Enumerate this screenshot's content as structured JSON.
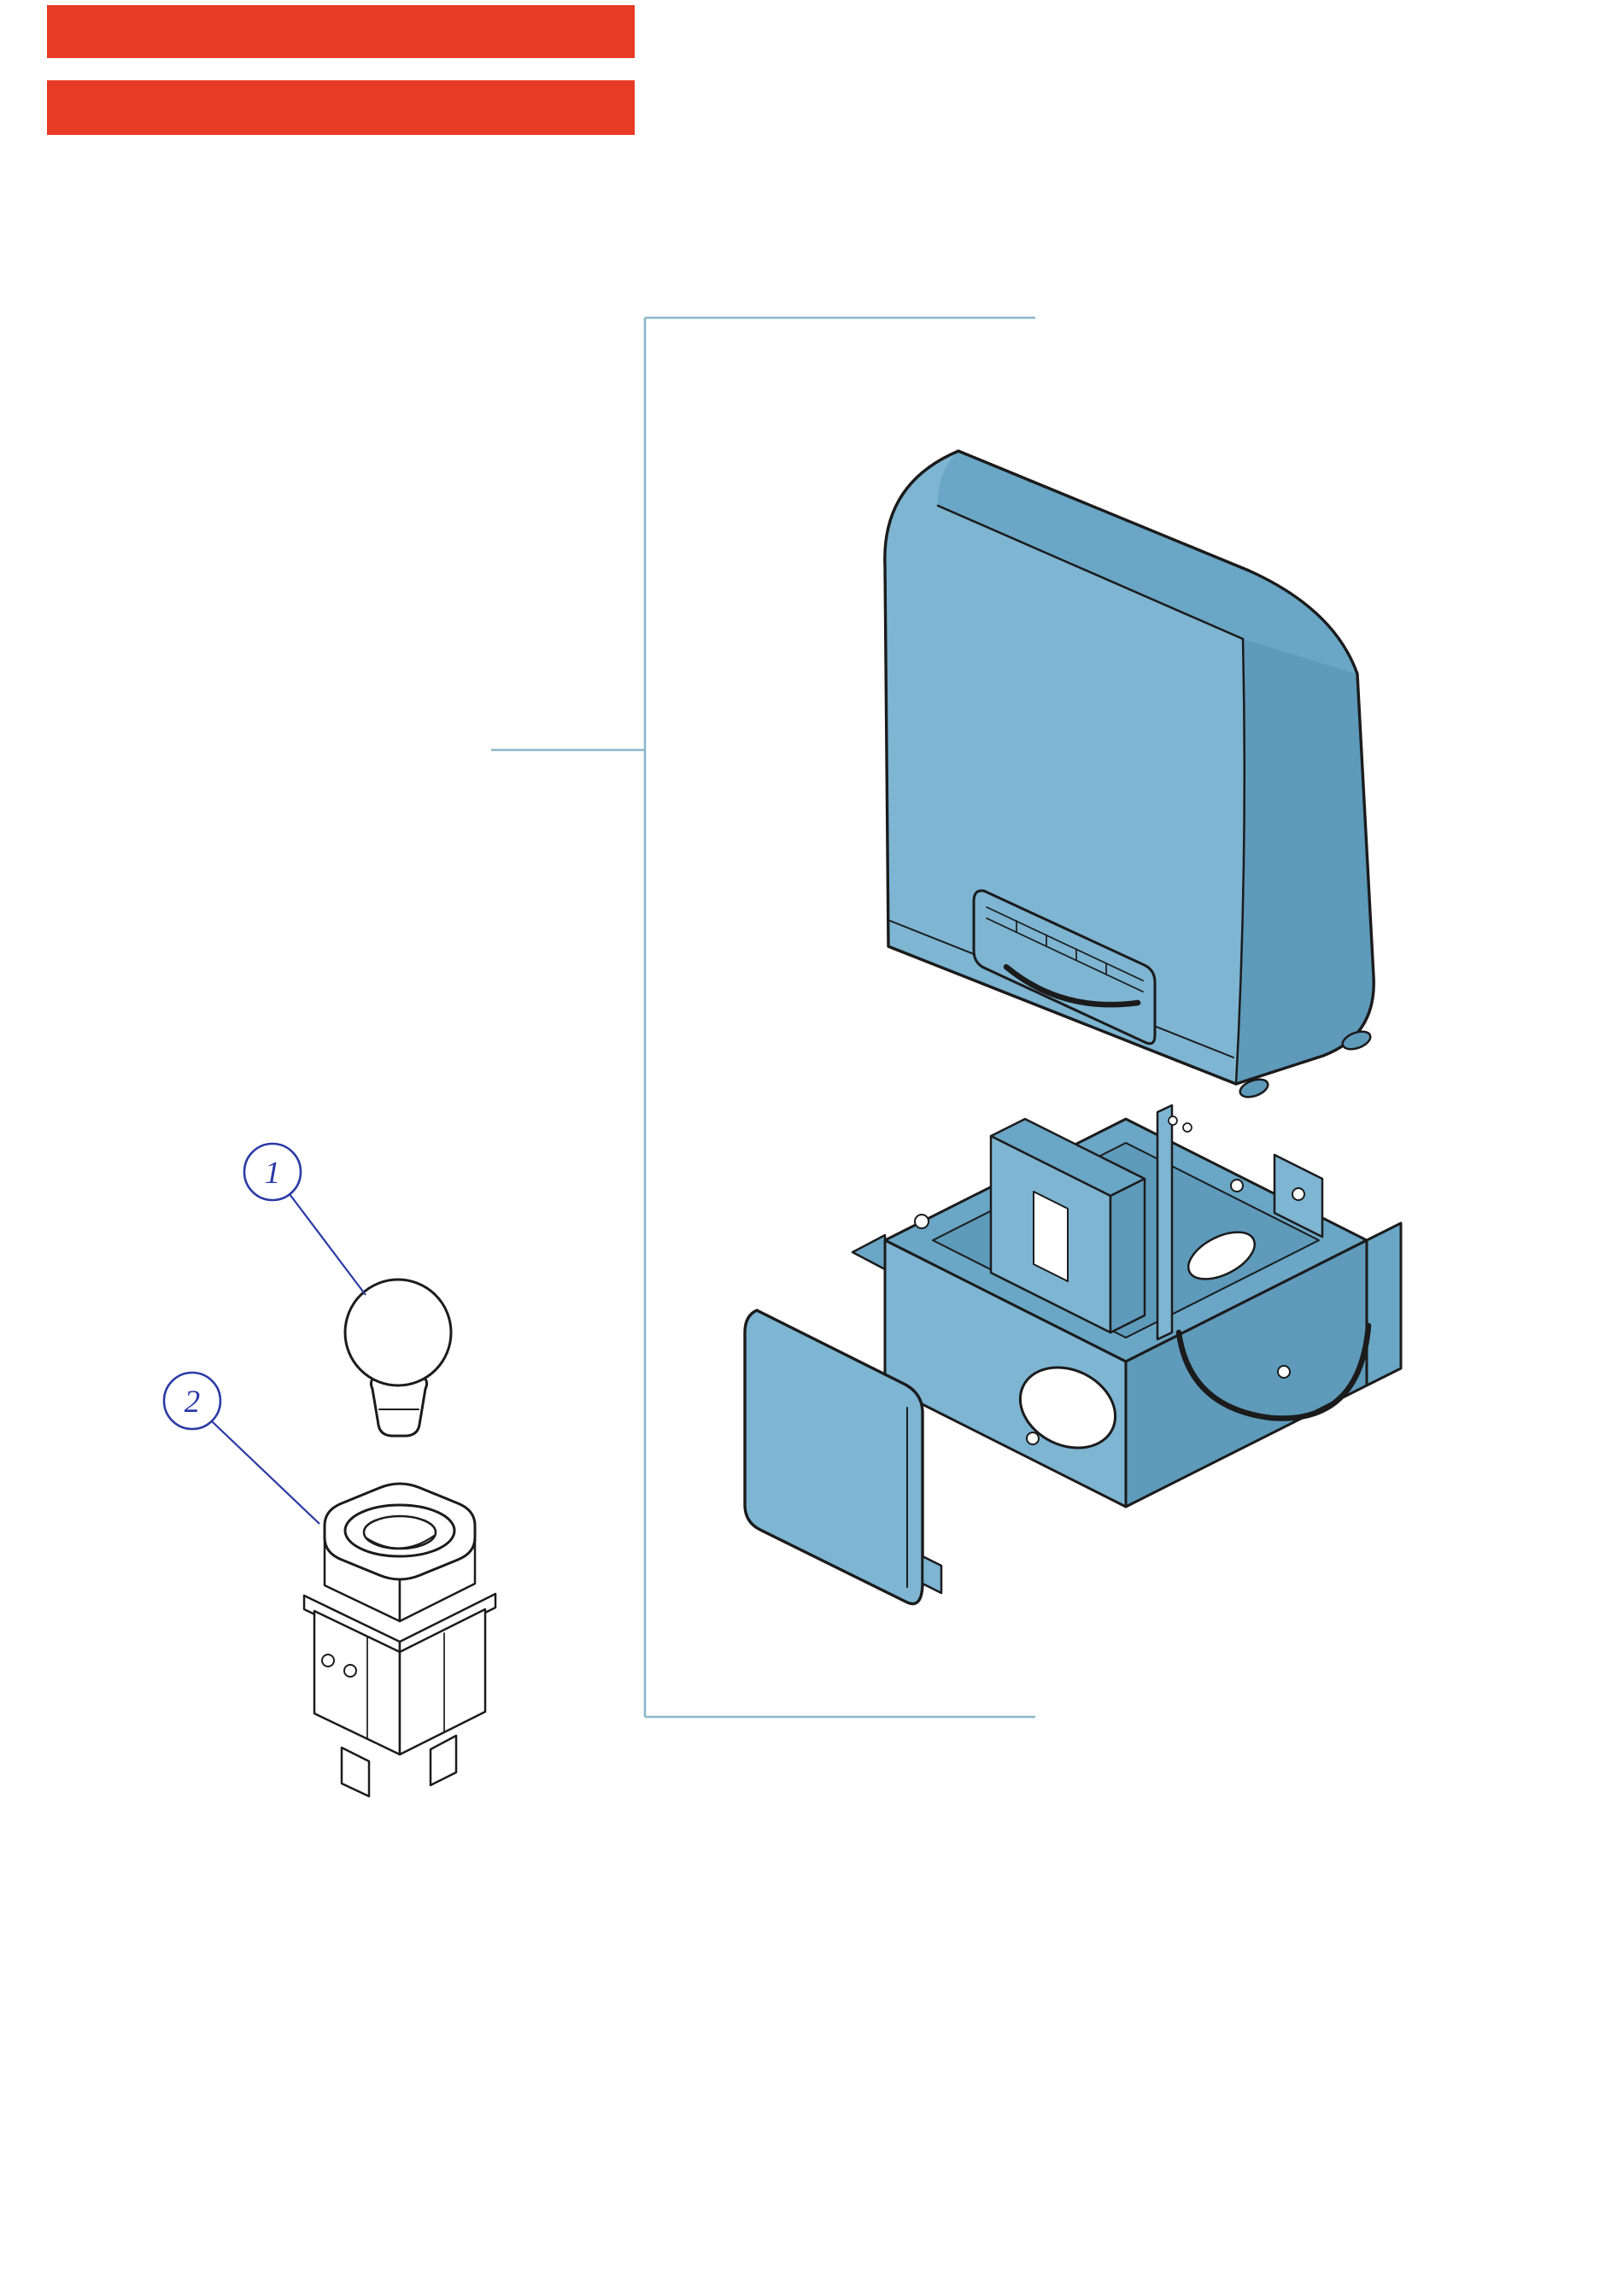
{
  "callouts": [
    {
      "label": "1",
      "target": "light-bulb"
    },
    {
      "label": "2",
      "target": "lamp-socket-holder"
    }
  ],
  "parts": [
    {
      "name": "motor-cover"
    },
    {
      "name": "lamp-lens-plate"
    },
    {
      "name": "chassis-base"
    },
    {
      "name": "side-access-panel"
    },
    {
      "name": "light-bulb"
    },
    {
      "name": "lamp-socket-holder"
    }
  ],
  "colors": {
    "header_bar_red": "#E73B25",
    "part_blue": "#7DB5D2",
    "part_blue_dark": "#6AA6C5",
    "part_blue_darker": "#5E9ABA",
    "outline_ink": "#1B1B1B",
    "bracket_blue": "#8AB8C8",
    "callout_blue": "#2B3AA5",
    "background": "#FFFFFF"
  }
}
